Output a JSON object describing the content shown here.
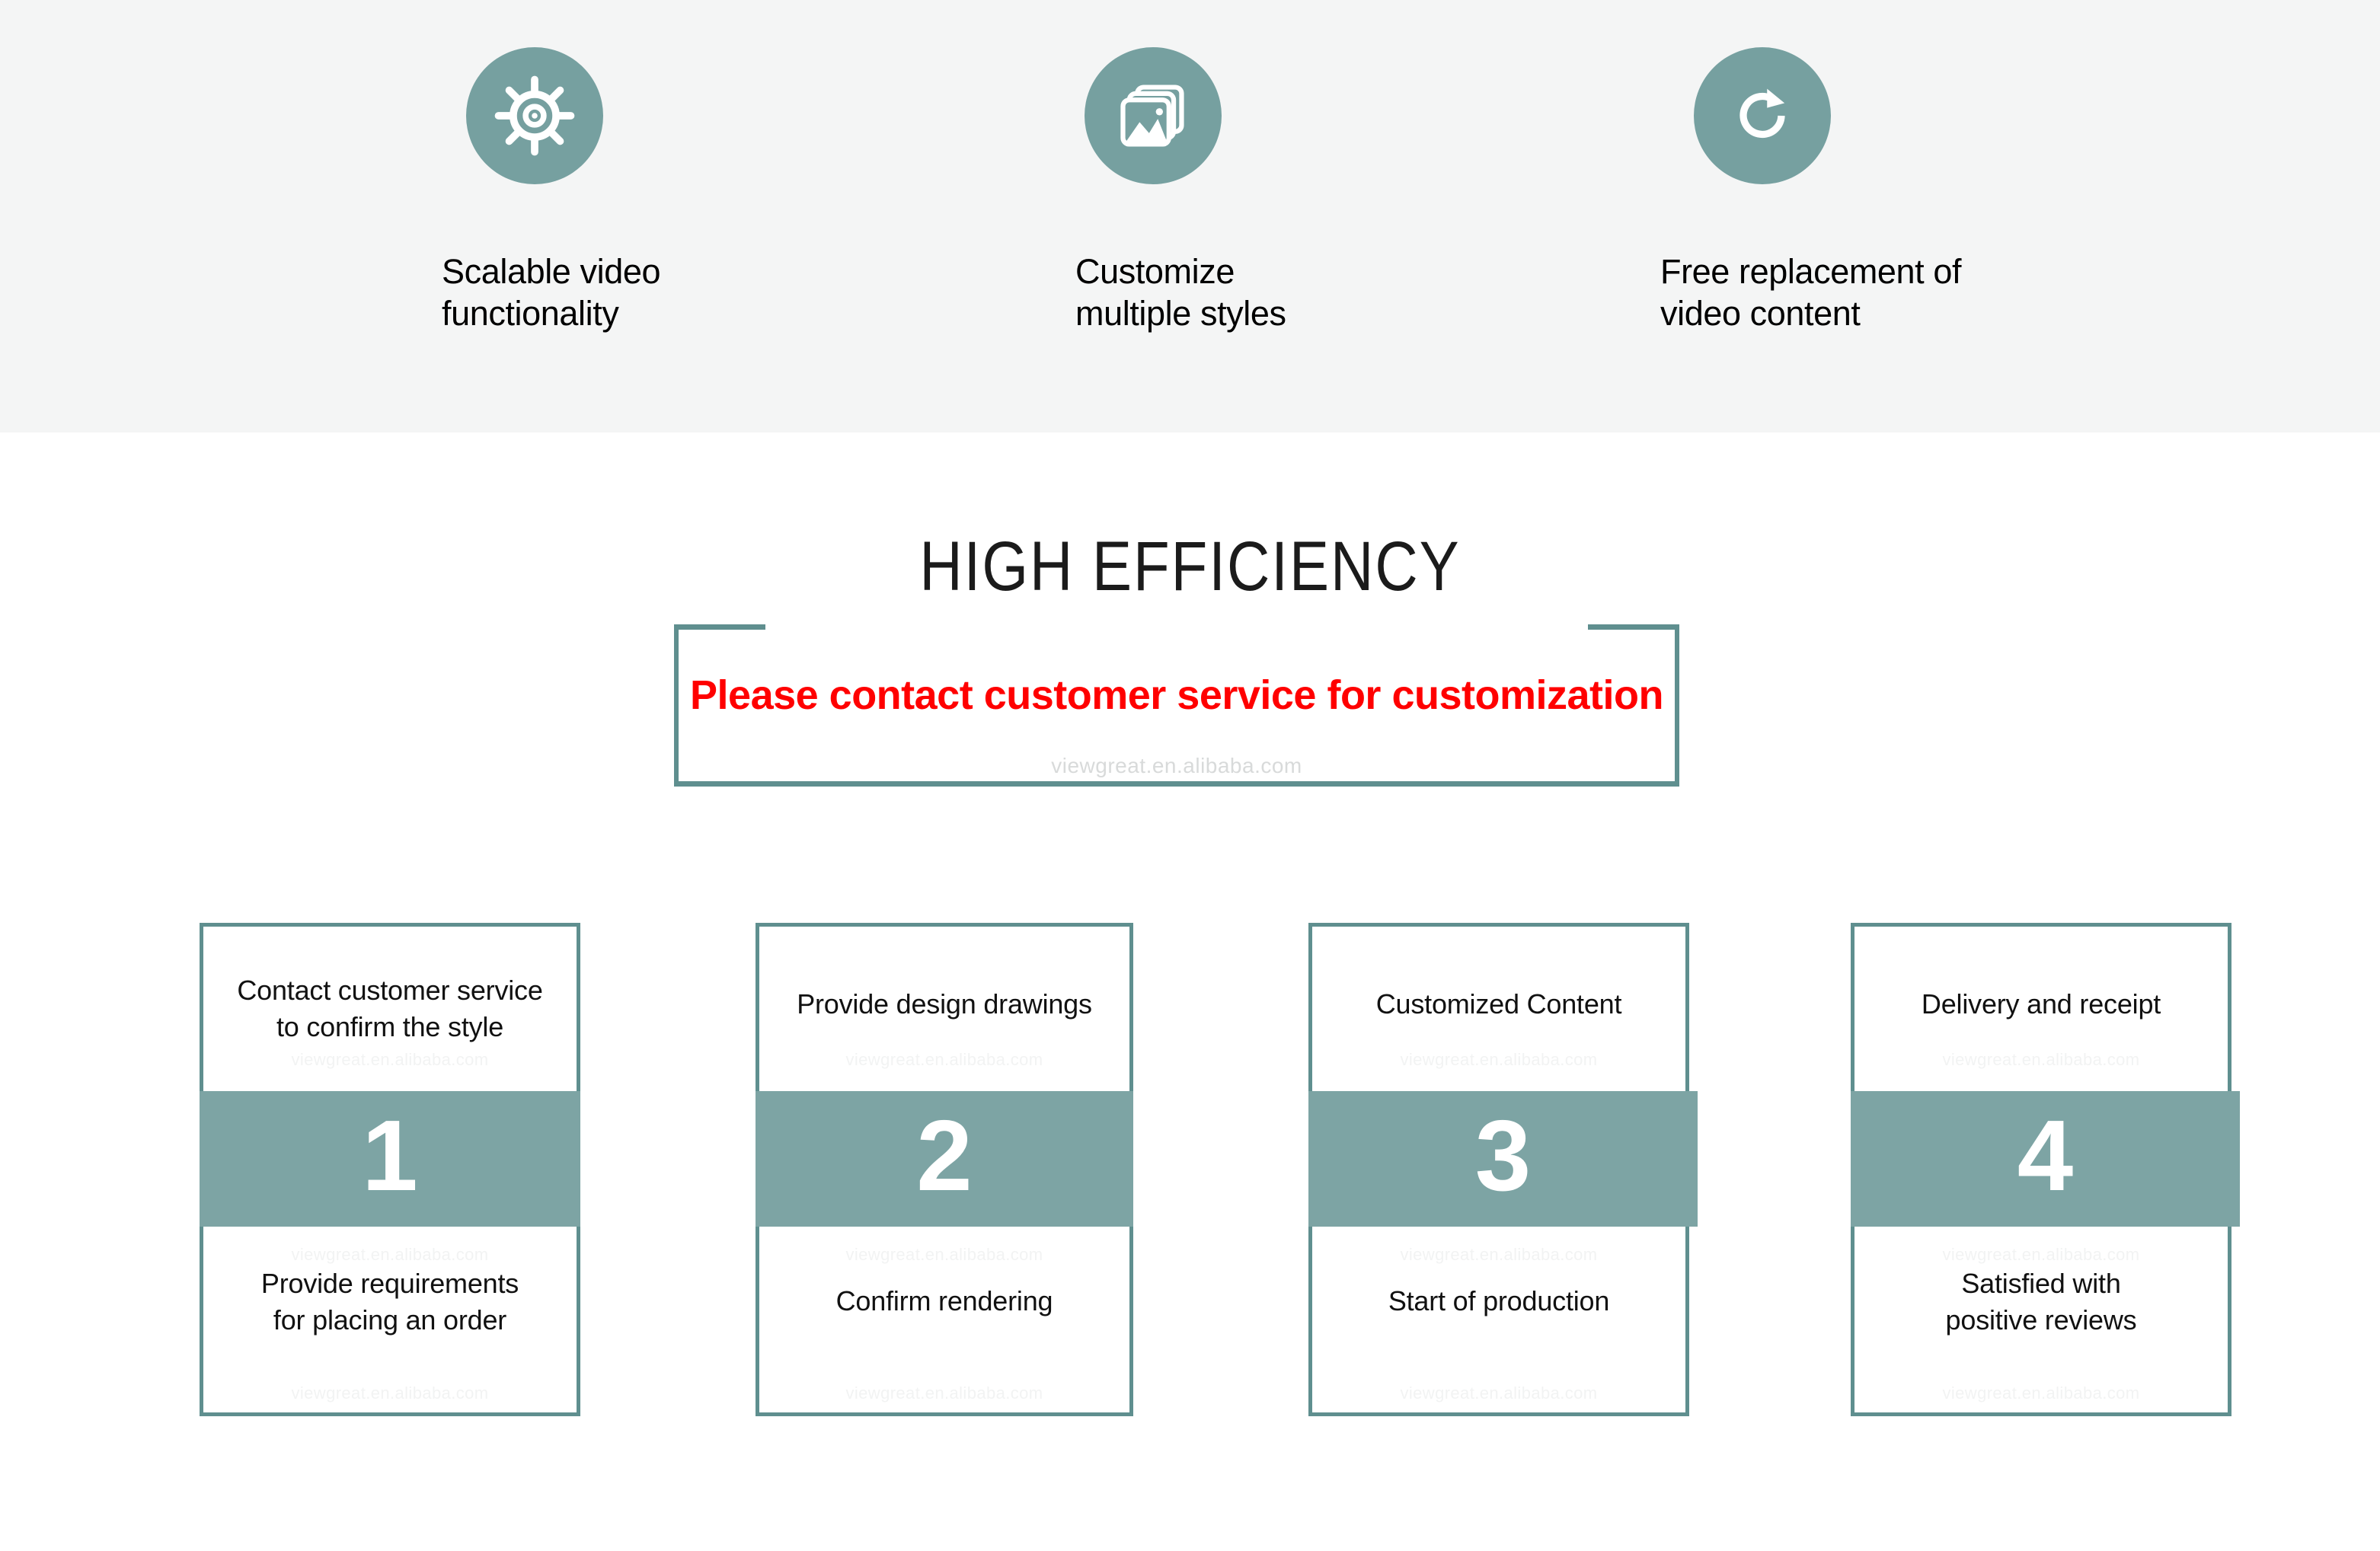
{
  "features": [
    {
      "icon": "gear-icon",
      "label": "Scalable video\nfunctionality"
    },
    {
      "icon": "images-icon",
      "label": "Customize\nmultiple styles"
    },
    {
      "icon": "refresh-icon",
      "label": "Free replacement of\nvideo content"
    }
  ],
  "section": {
    "title": "HIGH EFFICIENCY",
    "callout": "Please contact customer service for customization",
    "watermark": "viewgreat.en.alibaba.com"
  },
  "steps": [
    {
      "number": "1",
      "top_text": "Contact customer service\nto confirm the style",
      "bottom_text": "Provide requirements\nfor placing an order"
    },
    {
      "number": "2",
      "top_text": "Provide design drawings",
      "bottom_text": "Confirm rendering"
    },
    {
      "number": "3",
      "top_text": "Customized Content",
      "bottom_text": "Start of production"
    },
    {
      "number": "4",
      "top_text": "Delivery and receipt",
      "bottom_text": "Satisfied with\npositive reviews"
    }
  ],
  "colors": {
    "teal": "#7da4a4",
    "teal_border": "#5f8f8f",
    "circle_teal": "#76a0a0",
    "band_background": "#f4f5f5",
    "callout_red": "#ff0000"
  }
}
